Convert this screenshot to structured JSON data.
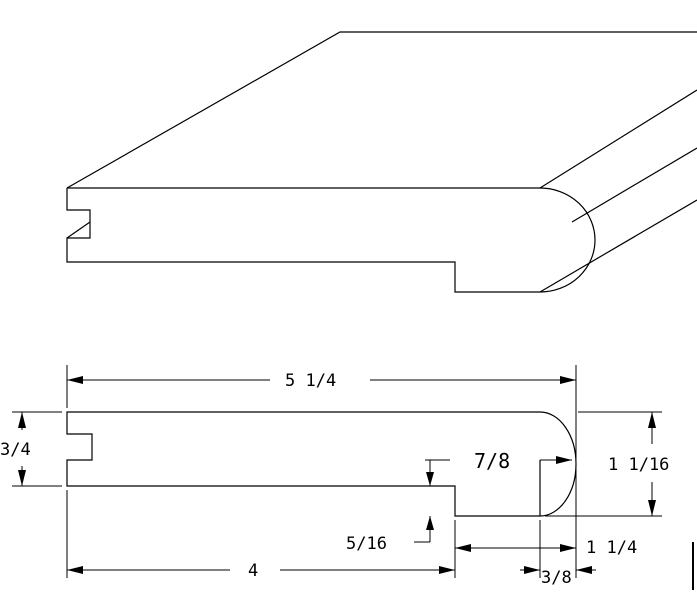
{
  "drawing": {
    "dimensions": {
      "overall_width": "5 1/4",
      "thickness": "3/4",
      "nose_depth": "7/8",
      "nose_height": "1 1/16",
      "step_height": "5/16",
      "nose_projection": "1 1/4",
      "nose_radius_offset": "3/8",
      "base_width": "4"
    }
  }
}
